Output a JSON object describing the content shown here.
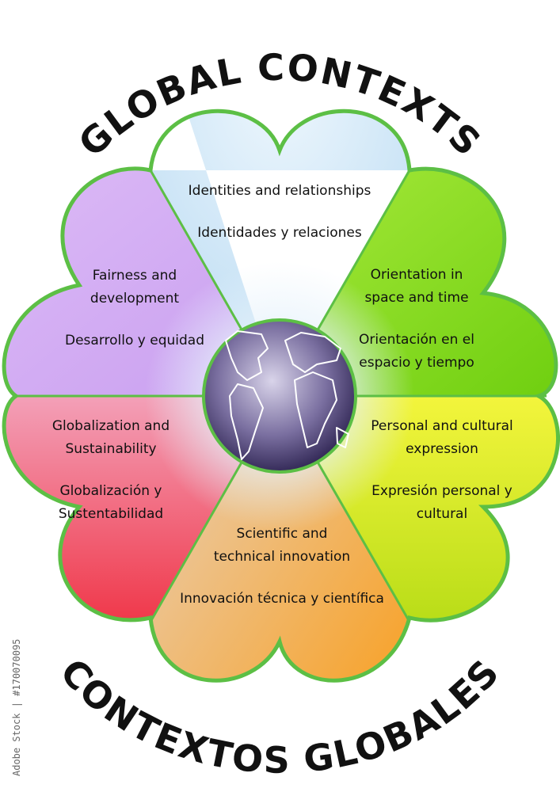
{
  "title_top": "GLOBAL CONTEXTS",
  "title_bottom": "CONTEXTOS GLOBALES",
  "side_note": "Adobe Stock | #170070095",
  "colors": {
    "outline": "#5cbf45",
    "top": "#cfe6f6",
    "top_right": "#7fd81e",
    "right": "#c7e21e",
    "bottom": "#f0a34c",
    "left": "#ef4f78",
    "top_left": "#c8a3ef"
  },
  "segments": [
    {
      "id": "top",
      "lines": [
        "Identities and relationships",
        "",
        "Identidades y relaciones"
      ]
    },
    {
      "id": "top_right",
      "lines": [
        "Orientation in",
        "space and time",
        "",
        "Orientación en el",
        "espacio y tiempo"
      ]
    },
    {
      "id": "right",
      "lines": [
        "Personal and cultural",
        "expression",
        "",
        "Expresión personal y",
        "cultural"
      ]
    },
    {
      "id": "bottom",
      "lines": [
        "Scientific and",
        "technical innovation",
        "",
        "Innovación técnica y científica"
      ]
    },
    {
      "id": "left",
      "lines": [
        "Globalization and",
        "Sustainability",
        "",
        "Globalización y",
        "Sustentabilidad"
      ]
    },
    {
      "id": "top_left",
      "lines": [
        "Fairness and",
        "development",
        "",
        "Desarrollo y equidad"
      ]
    }
  ]
}
